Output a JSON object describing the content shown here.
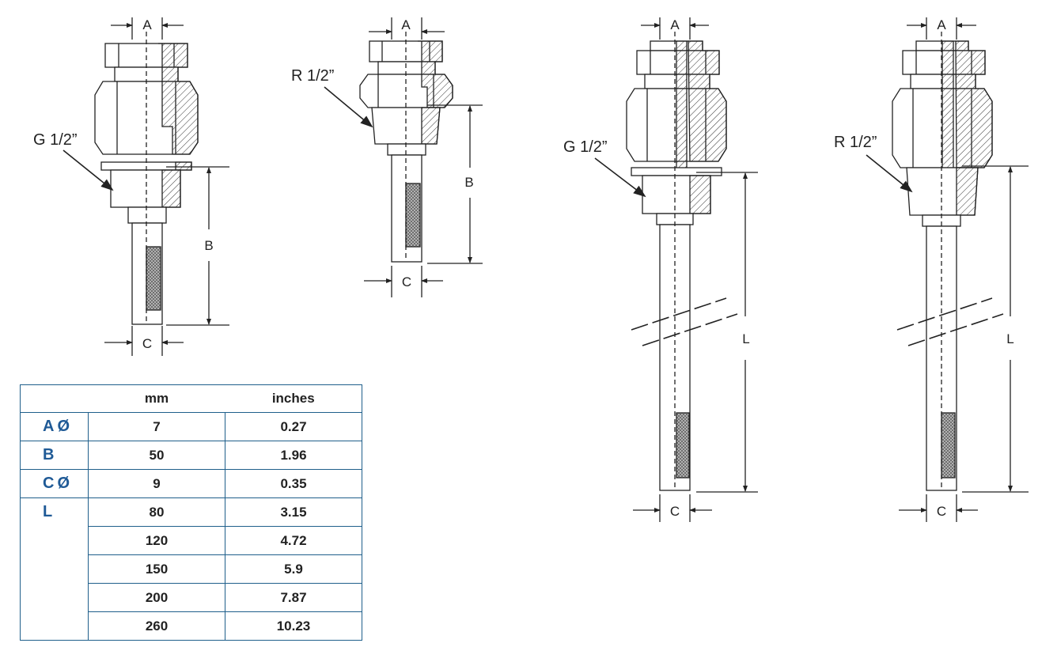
{
  "labels": {
    "a": "A",
    "b": "B",
    "c": "C",
    "l": "L",
    "thread_g": "G 1/2”",
    "thread_r": "R 1/2”"
  },
  "table": {
    "headers": [
      "",
      "mm",
      "inches"
    ],
    "rows": [
      {
        "label": "A",
        "symbol": "Ø",
        "mm": "7",
        "inches": "0.27"
      },
      {
        "label": "B",
        "symbol": "",
        "mm": "50",
        "inches": "1.96"
      },
      {
        "label": "C",
        "symbol": "Ø",
        "mm": "9",
        "inches": "0.35"
      },
      {
        "label": "L",
        "symbol": "",
        "mm": "80",
        "inches": "3.15"
      },
      {
        "label": "",
        "symbol": "",
        "mm": "120",
        "inches": "4.72"
      },
      {
        "label": "",
        "symbol": "",
        "mm": "150",
        "inches": "5.9"
      },
      {
        "label": "",
        "symbol": "",
        "mm": "200",
        "inches": "7.87"
      },
      {
        "label": "",
        "symbol": "",
        "mm": "260",
        "inches": "10.23"
      }
    ]
  },
  "colors": {
    "table_border": "#1f5f8b",
    "table_label": "#1f5a96",
    "line": "#222222"
  }
}
